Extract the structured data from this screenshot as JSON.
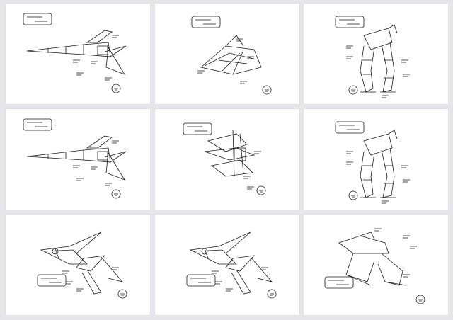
{
  "colors": {
    "background": "#e6e6ea",
    "sheet": "#ffffff",
    "ink": "#1a1a1a"
  },
  "sheets": [
    {
      "sketch": "fighter-side-sketch"
    },
    {
      "sketch": "fighter-front-sketch"
    },
    {
      "sketch": "walker-sketch"
    },
    {
      "sketch": "fighter-side-sketch"
    },
    {
      "sketch": "fighter-transform-sketch"
    },
    {
      "sketch": "walker-sketch"
    },
    {
      "sketch": "fighter-top-sketch"
    },
    {
      "sketch": "fighter-top-sketch"
    },
    {
      "sketch": "fighter-landed-sketch"
    }
  ]
}
